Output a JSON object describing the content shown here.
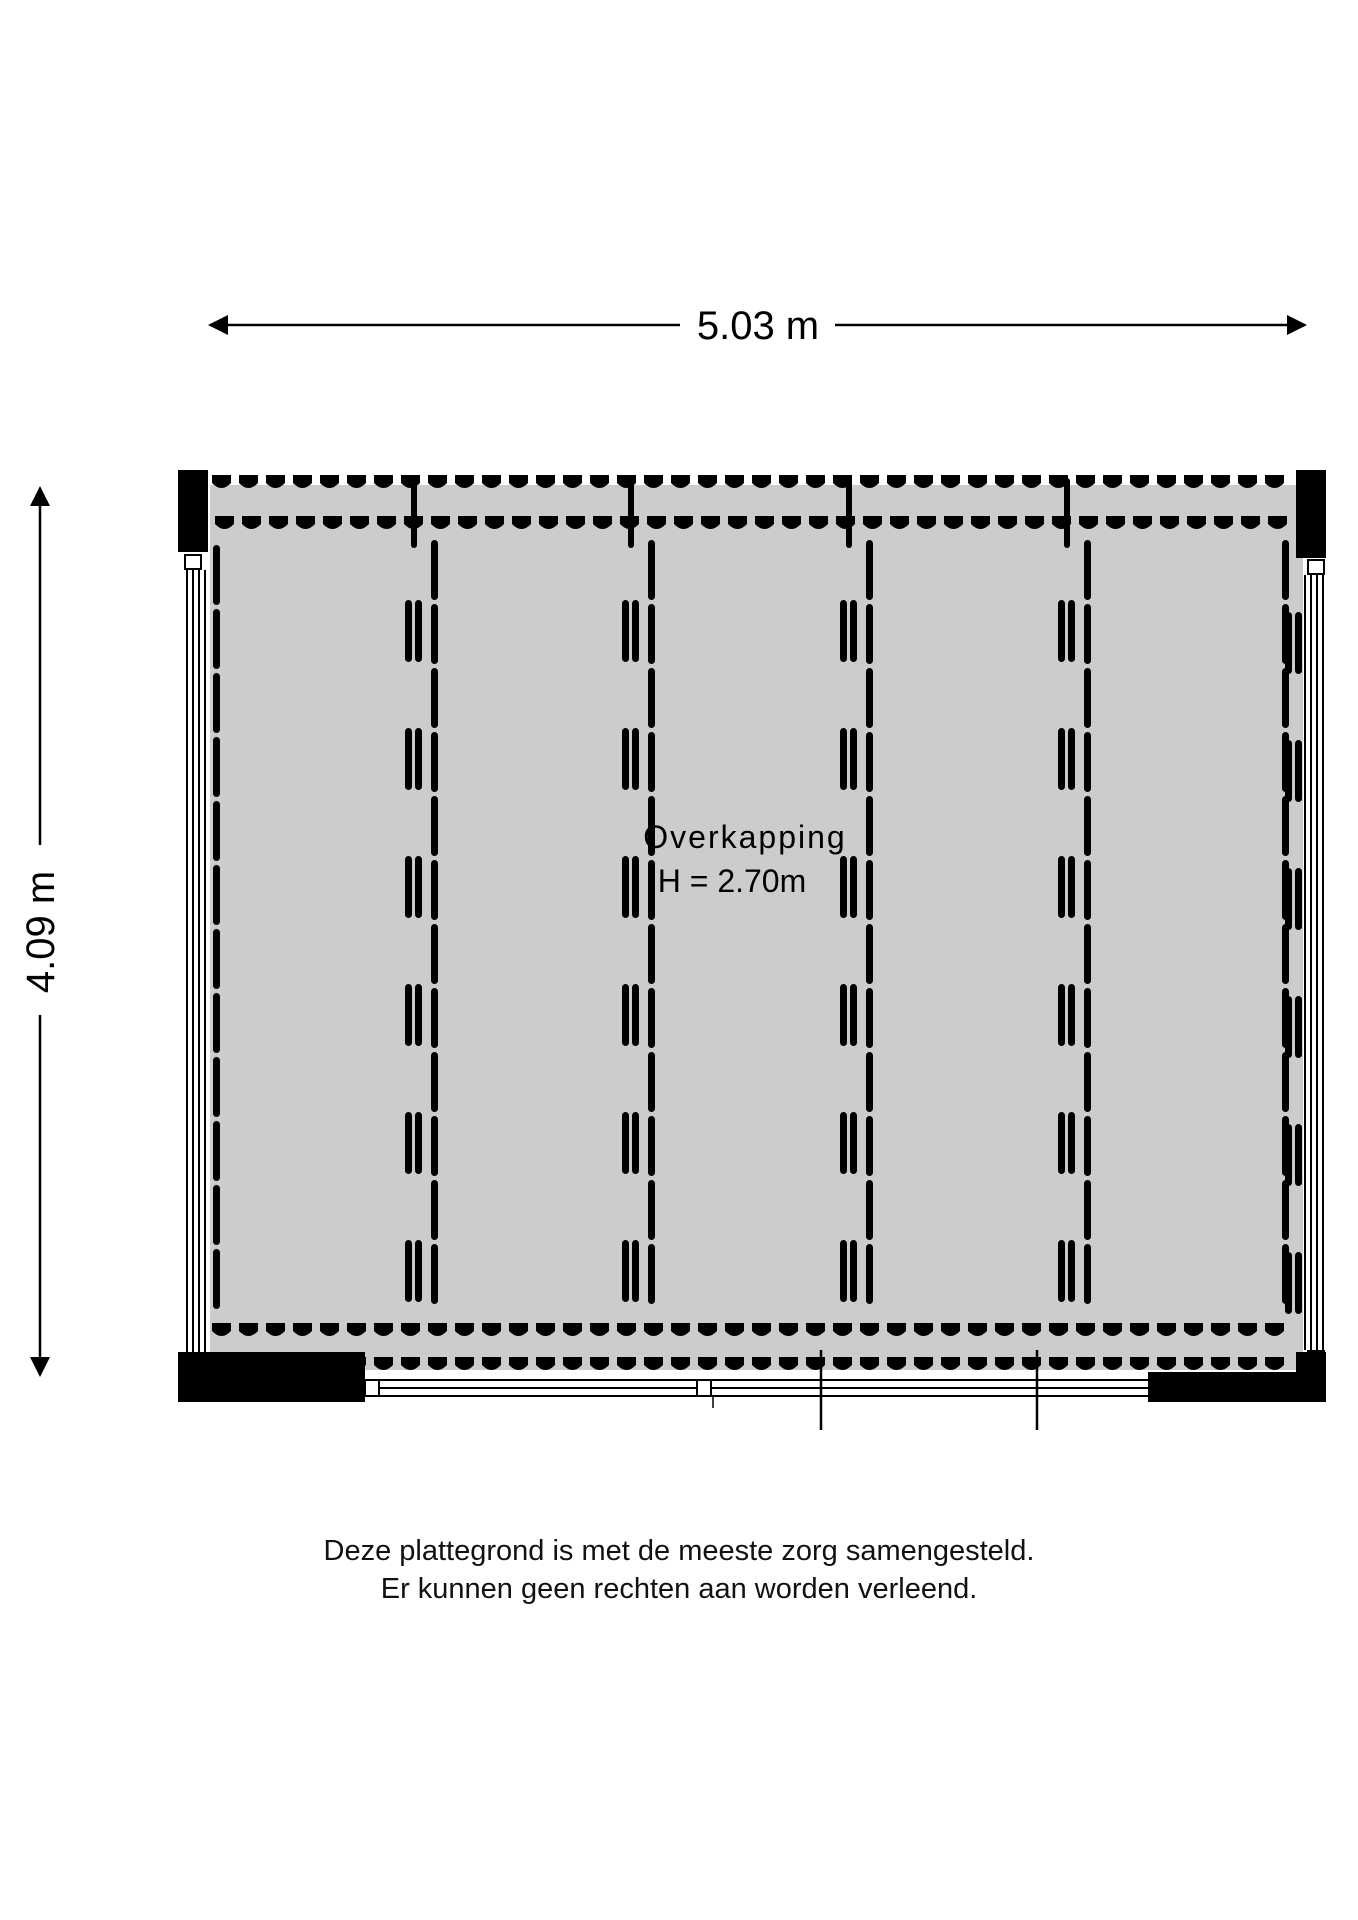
{
  "dimensions": {
    "width_label": "5.03 m",
    "height_label": "4.09 m"
  },
  "room": {
    "name": "Overkapping",
    "height_label": "H = 2.70m"
  },
  "disclaimer": {
    "line1": "Deze plattegrond is met de meeste zorg samengesteld.",
    "line2": "Er kunnen geen rechten aan worden verleend."
  },
  "colors": {
    "floor": "#cccccc",
    "ink": "#000000",
    "paper": "#ffffff"
  }
}
